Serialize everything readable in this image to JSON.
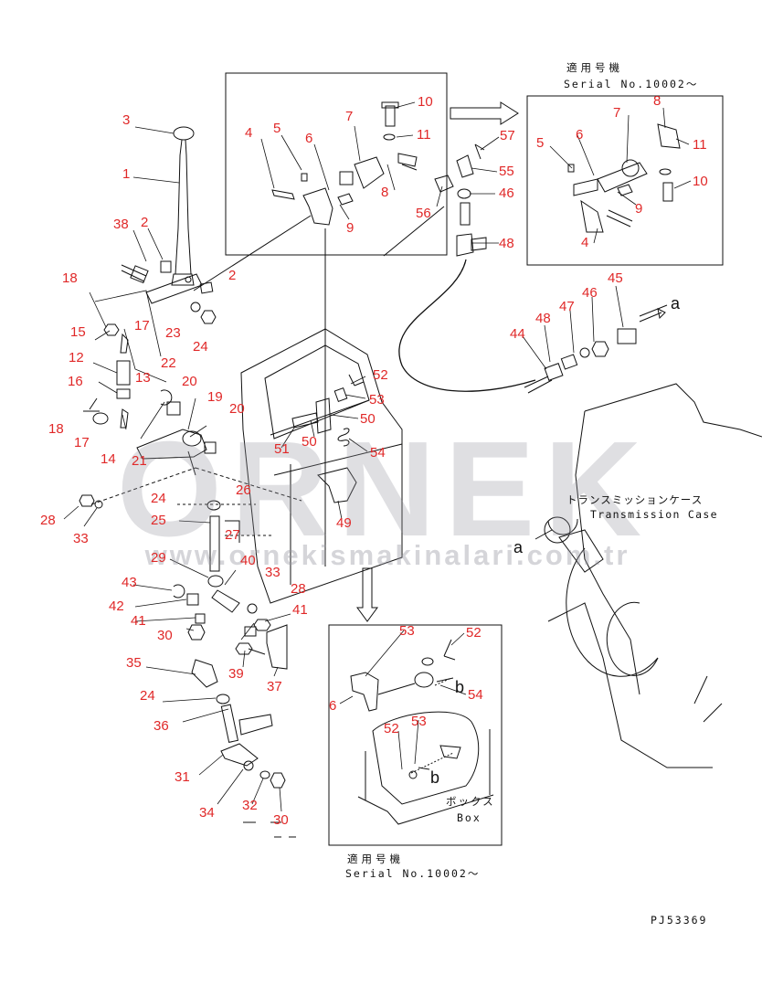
{
  "serial_top_right": {
    "jp": "適用号機",
    "text": "Serial No.10002～"
  },
  "serial_bottom": {
    "jp": "適用号機",
    "text": "Serial No.10002～"
  },
  "transmission_case": {
    "jp": "トランスミッションケース",
    "text": "Transmission Case"
  },
  "box": {
    "jp": "ボックス",
    "text": "Box"
  },
  "drawing_number": "PJ53369",
  "watermark": {
    "logo": "ORNEK",
    "url": "www.ornekismakinalari.com.tr"
  },
  "connector_letters": [
    "a",
    "a",
    "b",
    "b"
  ],
  "part_labels": [
    "3",
    "1",
    "38",
    "2",
    "2",
    "18",
    "15",
    "17",
    "23",
    "24",
    "12",
    "13",
    "22",
    "16",
    "18",
    "17",
    "14",
    "21",
    "20",
    "19",
    "20",
    "24",
    "26",
    "28",
    "33",
    "25",
    "27",
    "29",
    "40",
    "33",
    "43",
    "42",
    "41",
    "30",
    "28",
    "41",
    "35",
    "39",
    "37",
    "24",
    "36",
    "31",
    "34",
    "32",
    "30",
    "4",
    "5",
    "6",
    "7",
    "10",
    "11",
    "8",
    "9",
    "57",
    "55",
    "46",
    "56",
    "48",
    "44",
    "48",
    "47",
    "46",
    "45",
    "5",
    "6",
    "7",
    "8",
    "11",
    "10",
    "9",
    "4",
    "52",
    "53",
    "50",
    "51",
    "50",
    "54",
    "49",
    "53",
    "52",
    "6",
    "54",
    "52",
    "53"
  ]
}
